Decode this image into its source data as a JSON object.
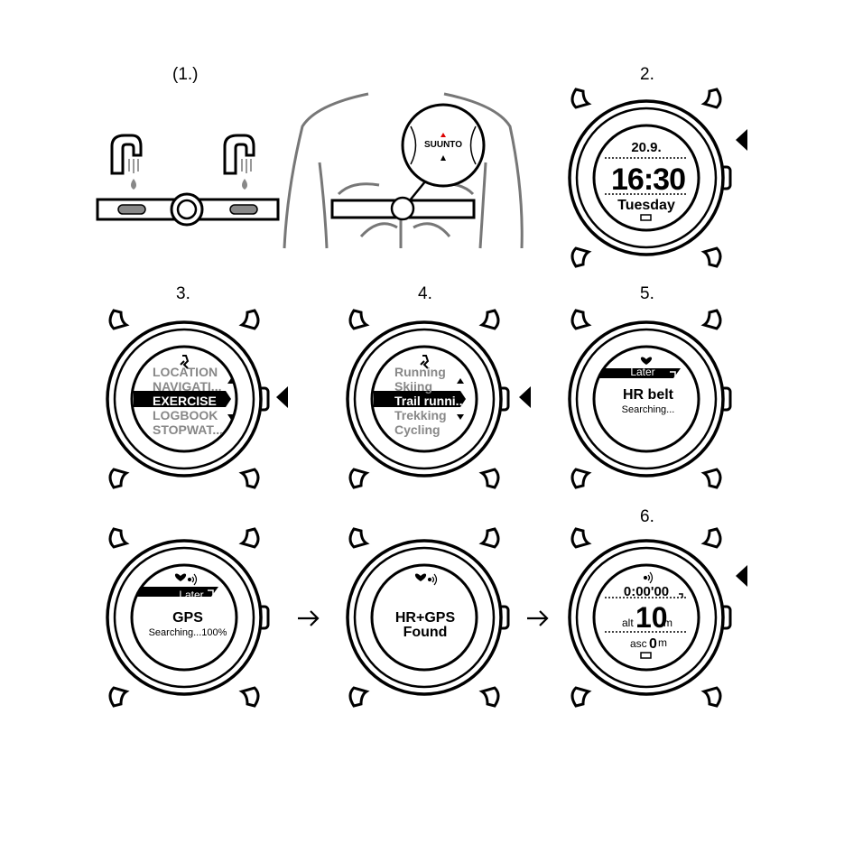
{
  "steps": {
    "s1": "(1.)",
    "s2": "2.",
    "s3": "3.",
    "s4": "4.",
    "s5": "5.",
    "s6": "6."
  },
  "belt_brand": "SUUNTO",
  "time_screen": {
    "date": "20.9.",
    "time": "16:30",
    "day": "Tuesday"
  },
  "menu_screen": {
    "items": [
      "LOCATION",
      "NAVIGATI...",
      "EXERCISE",
      "LOGBOOK",
      "STOPWAT..."
    ],
    "selected_index": 2
  },
  "sport_screen": {
    "items": [
      "Running",
      "Skiing",
      "Trail runni...",
      "Trekking",
      "Cycling"
    ],
    "selected_index": 2
  },
  "hr_screen": {
    "later": "Later",
    "title": "HR belt",
    "status": "Searching..."
  },
  "gps_screen": {
    "later": "Later",
    "title": "GPS",
    "status": "Searching...100%"
  },
  "found_screen": {
    "line1": "HR+GPS",
    "line2": "Found"
  },
  "exercise_screen": {
    "timer": "0:00'00",
    "alt_label": "alt",
    "alt_value": "10",
    "alt_unit": "m",
    "asc_label": "asc",
    "asc_value": "0",
    "asc_unit": "m"
  },
  "icons": [
    "water-tap-icon",
    "water-drop-icon",
    "heart-icon",
    "gps-signal-icon",
    "runner-icon",
    "battery-icon",
    "button-press-arrow-icon",
    "flow-arrow-icon",
    "scroll-up-icon",
    "scroll-down-icon",
    "later-corner-icon"
  ]
}
